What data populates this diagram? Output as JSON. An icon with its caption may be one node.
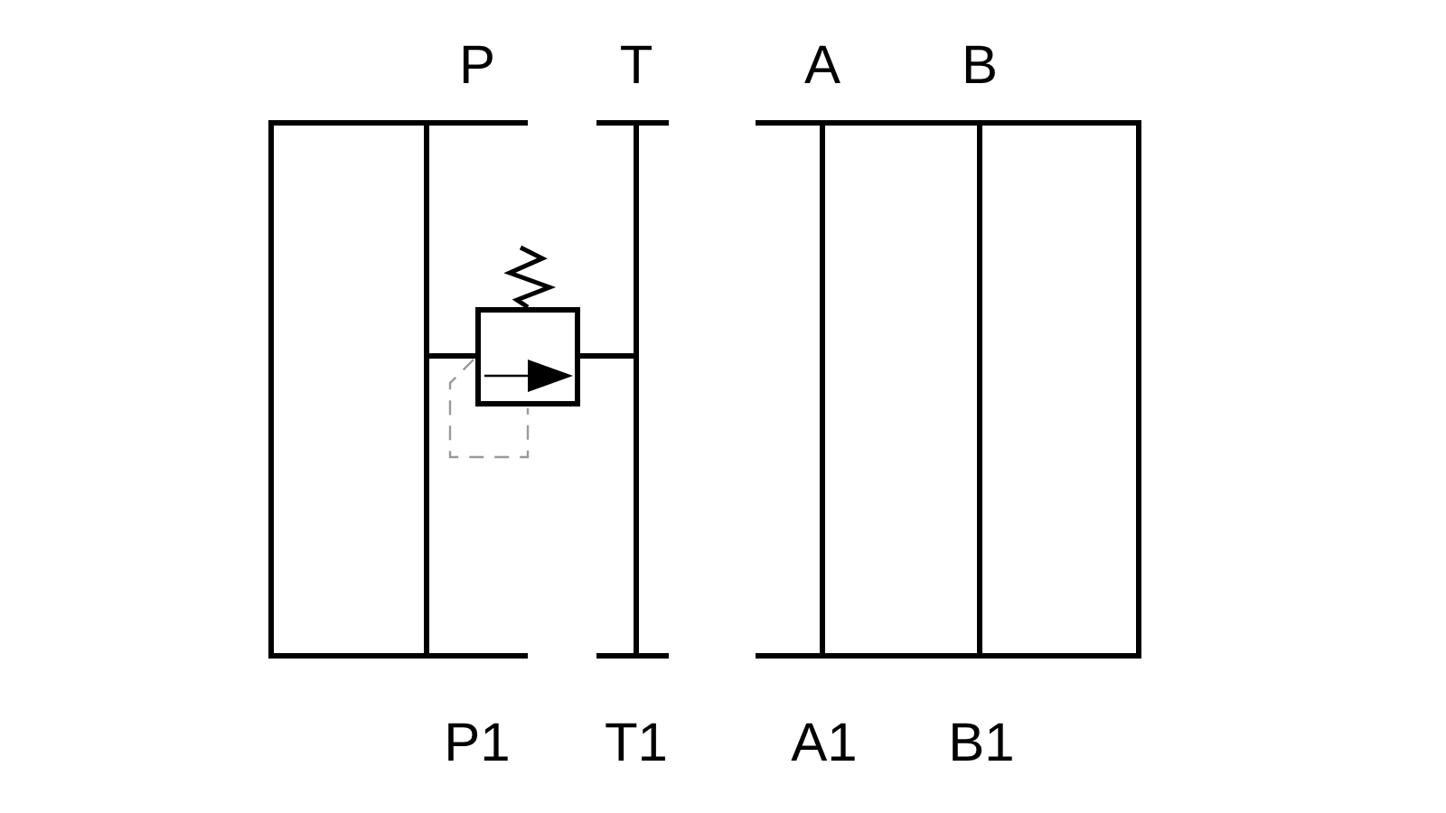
{
  "diagram": {
    "nodes": [
      {
        "text": [
          "P"
        ]
      },
      {
        "text": [
          "T"
        ]
      },
      {
        "text": [
          "A"
        ]
      },
      {
        "text": [
          "B"
        ]
      },
      {
        "text": [],
        "shape": "box"
      },
      {
        "text": [
          "P1"
        ]
      },
      {
        "text": [
          "T1"
        ]
      },
      {
        "text": [
          "A1"
        ]
      },
      {
        "text": [
          "B1"
        ]
      }
    ],
    "edges": [
      {
        "from": 0,
        "to": 5,
        "arrow": "none"
      },
      {
        "from": 1,
        "to": 6,
        "arrow": "none"
      },
      {
        "from": 2,
        "to": 7,
        "arrow": "none"
      },
      {
        "from": 3,
        "to": 8,
        "arrow": "none"
      },
      {
        "from": null,
        "to": 4,
        "arrow": "none"
      },
      {
        "from": 4,
        "to": null,
        "arrow": "none"
      }
    ]
  }
}
